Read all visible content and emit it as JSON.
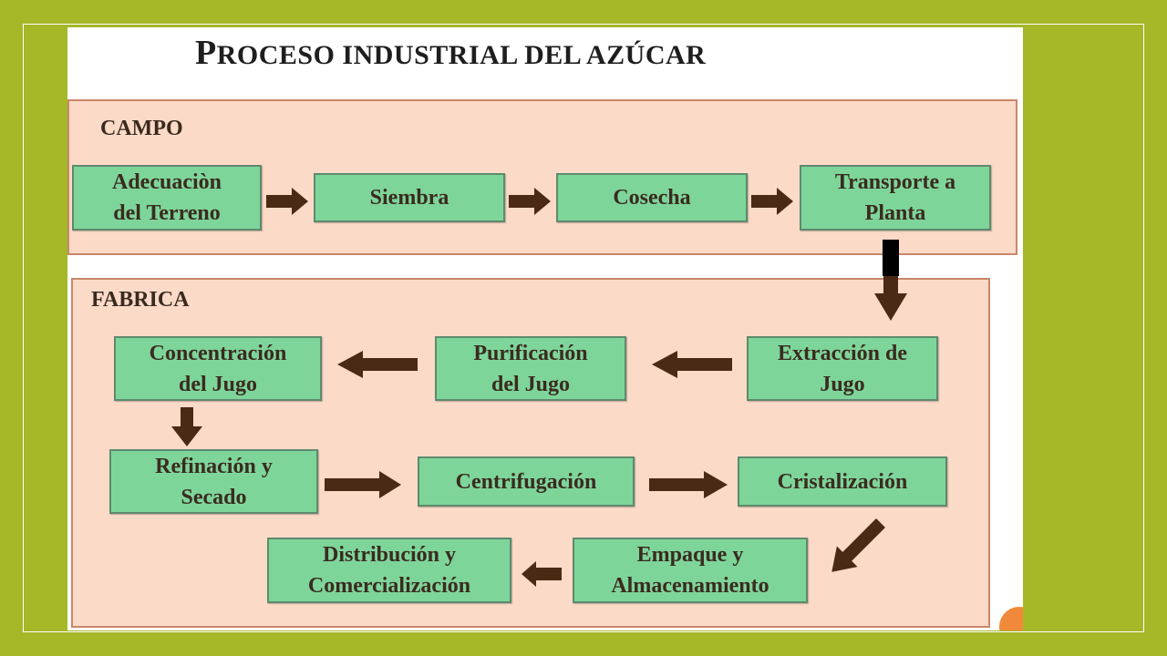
{
  "title": {
    "first_big": "P",
    "rest_small": "ROCESO INDUSTRIAL DEL AZÚCAR"
  },
  "sections": {
    "campo": "CAMPO",
    "fabrica": "FABRICA"
  },
  "steps": {
    "adecuacion": "Adecuaciòn\ndel Terreno",
    "siembra": "Siembra",
    "cosecha": "Cosecha",
    "transporte": "Transporte a\nPlanta",
    "extraccion": "Extracción de\nJugo",
    "purificacion": "Purificación\ndel Jugo",
    "concentracion": "Concentración\ndel Jugo",
    "refinacion": "Refinación y\nSecado",
    "centrifugacion": "Centrifugación",
    "cristalizacion": "Cristalización",
    "empaque": "Empaque y\nAlmacenamiento",
    "distribucion": "Distribución y\nComercialización"
  },
  "colors": {
    "background": "#a4b828",
    "panel": "#fcdac8",
    "box": "#7ed59a",
    "arrow": "#4a2a14"
  }
}
